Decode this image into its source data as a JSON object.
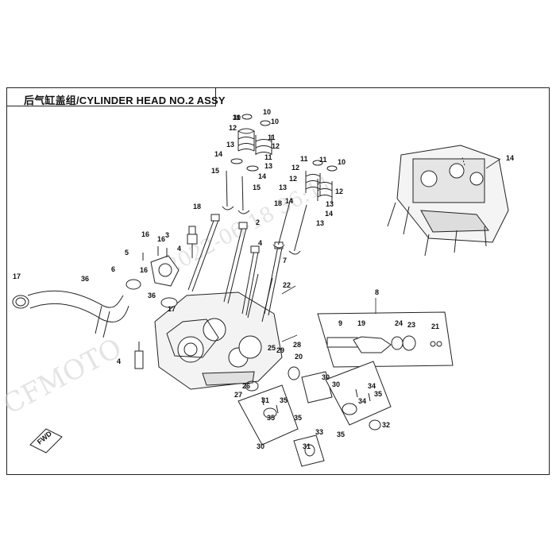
{
  "title": "后气缸盖组/CYLINDER HEAD NO.2 ASSY",
  "watermark": {
    "brand": "CFMOTO",
    "timestamp_fragment": "2022-06-18 36:11"
  },
  "fwd_marker": "FWD",
  "colors": {
    "line": "#222222",
    "watermark": "#cfcfcf"
  },
  "callouts": [
    "11",
    "10",
    "12",
    "10",
    "11",
    "13",
    "12",
    "14",
    "11",
    "13",
    "15",
    "14",
    "15",
    "11",
    "10",
    "12",
    "12",
    "13",
    "11",
    "14",
    "13",
    "14",
    "12",
    "18",
    "13",
    "14",
    "18",
    "2",
    "16",
    "16",
    "3",
    "5",
    "4",
    "7",
    "4",
    "17",
    "16",
    "36",
    "6",
    "22",
    "36",
    "17",
    "8",
    "9",
    "19",
    "24",
    "23",
    "21",
    "20",
    "4",
    "25",
    "29",
    "28",
    "27",
    "26",
    "30",
    "30",
    "31",
    "35",
    "35",
    "35",
    "34",
    "35",
    "34",
    "35",
    "32",
    "30",
    "33",
    "31",
    "30"
  ]
}
